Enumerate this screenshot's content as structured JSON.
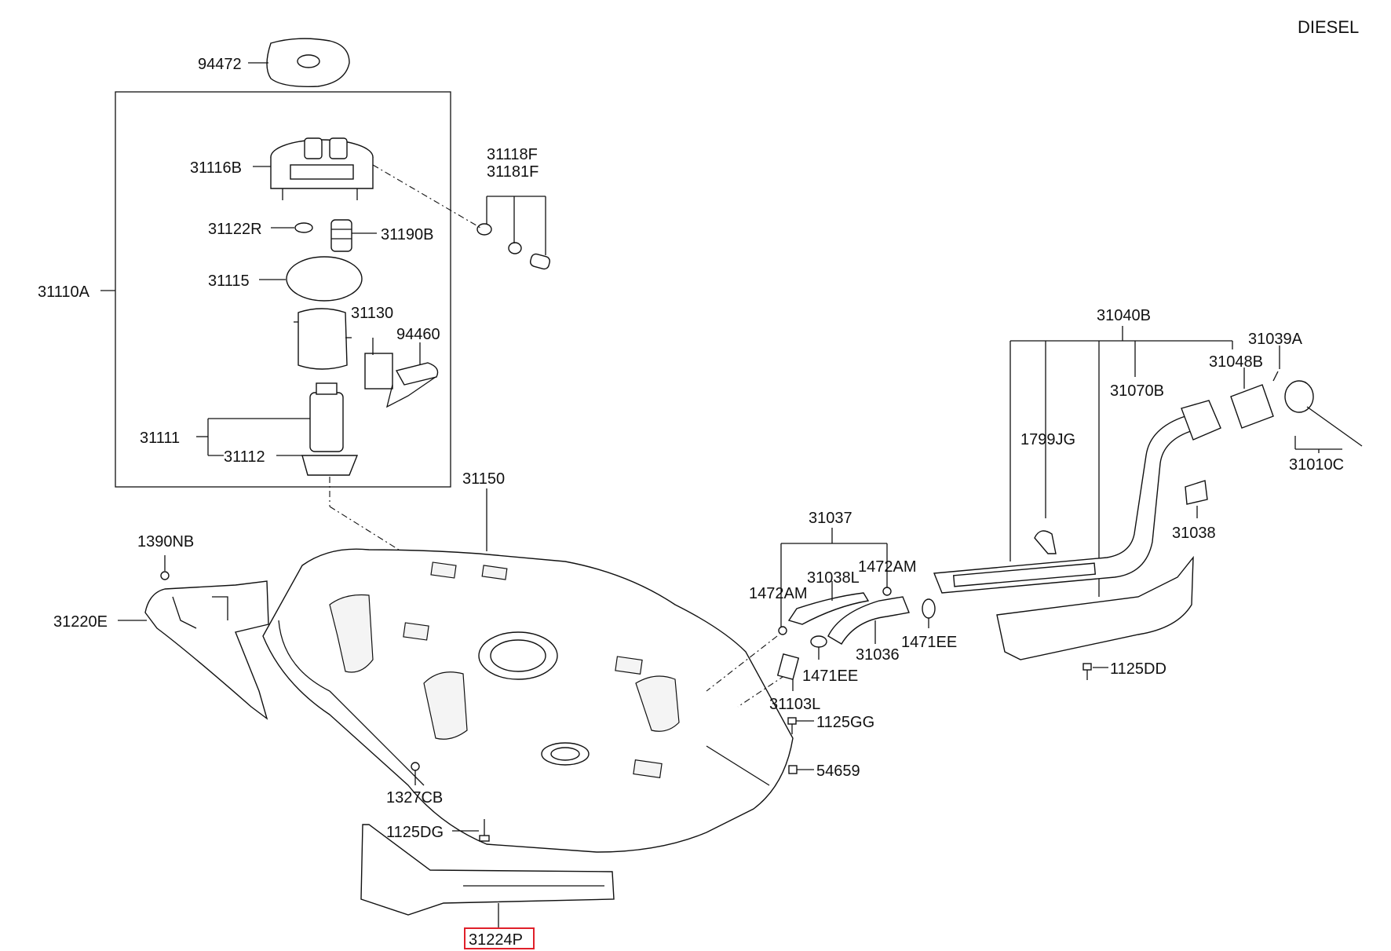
{
  "diagram": {
    "variant_note": "DIESEL",
    "labels": {
      "p94472": "94472",
      "p31116B": "31116B",
      "p31118F": "31118F",
      "p31181F": "31181F",
      "p31122R": "31122R",
      "p31190B": "31190B",
      "p31115": "31115",
      "p31110A": "31110A",
      "p31130": "31130",
      "p94460": "94460",
      "p31111": "31111",
      "p31112": "31112",
      "p31150": "31150",
      "p1390NB": "1390NB",
      "p31220E": "31220E",
      "p1327CB": "1327CB",
      "p1125DG": "1125DG",
      "p31224P": "31224P",
      "p31037": "31037",
      "p31038L": "31038L",
      "p1472AM_a": "1472AM",
      "p1472AM_b": "1472AM",
      "p31036": "31036",
      "p1471EE_a": "1471EE",
      "p1471EE_b": "1471EE",
      "p31103L": "31103L",
      "p1125GG": "1125GG",
      "p54659": "54659",
      "p31040B": "31040B",
      "p1799JG": "1799JG",
      "p31070B": "31070B",
      "p31048B": "31048B",
      "p31039A": "31039A",
      "p31010C": "31010C",
      "p31038": "31038",
      "p1125DD": "1125DD"
    },
    "highlighted_part": "31224P"
  }
}
